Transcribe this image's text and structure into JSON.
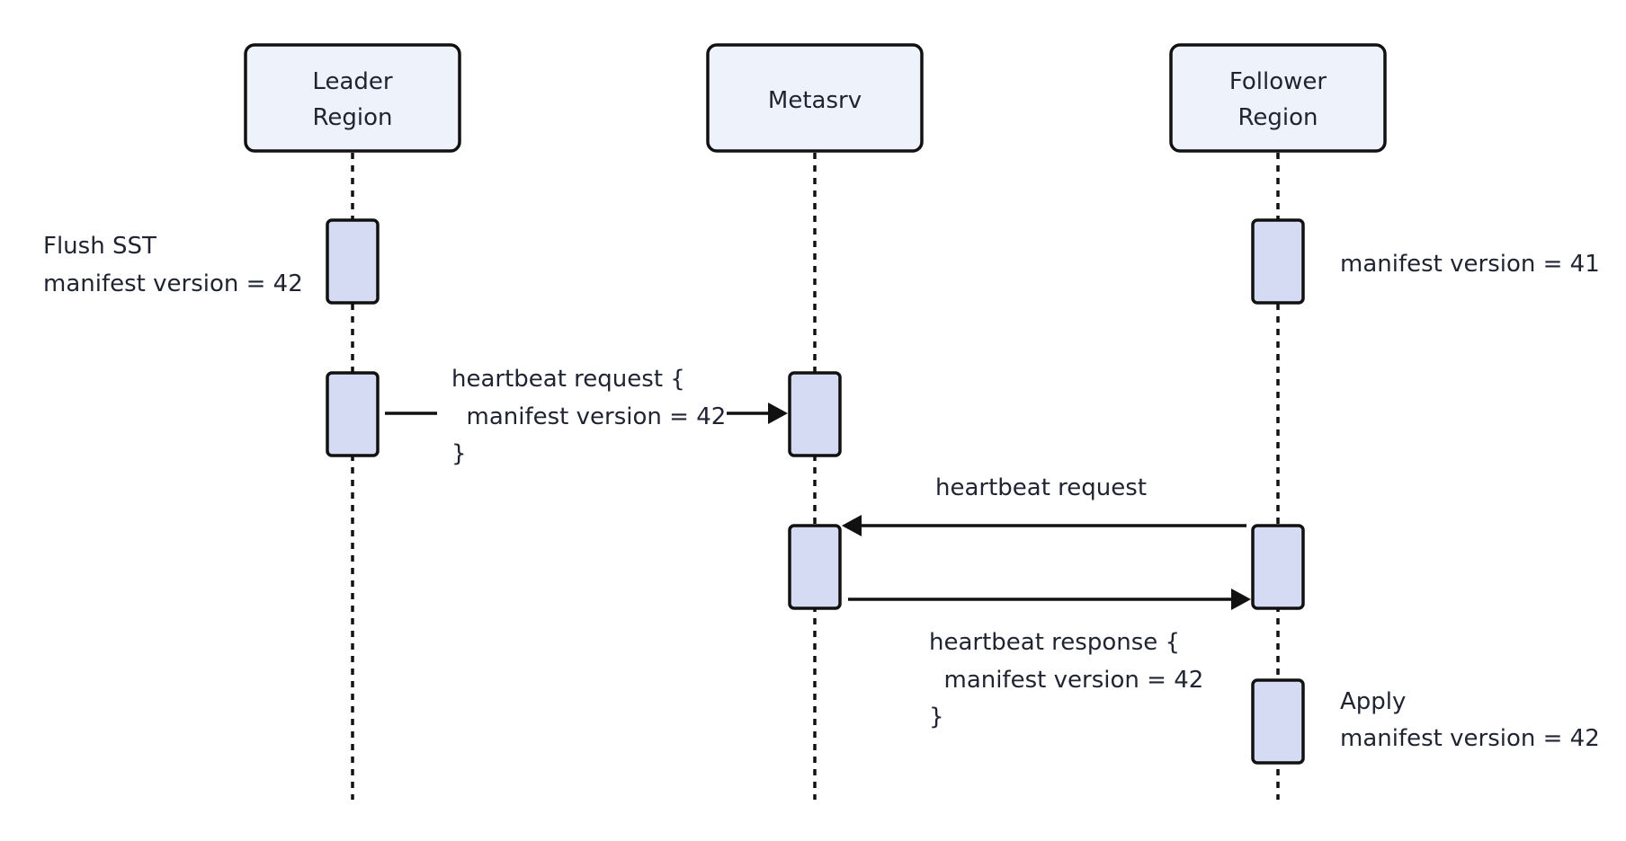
{
  "participants": [
    {
      "id": "leader",
      "lines": [
        "Leader",
        "Region"
      ]
    },
    {
      "id": "metasrv",
      "lines": [
        "Metasrv"
      ]
    },
    {
      "id": "follower",
      "lines": [
        "Follower",
        "Region"
      ]
    }
  ],
  "notes": {
    "leader_flush": [
      "Flush SST",
      "manifest version = 42"
    ],
    "follower_initial": [
      "manifest version = 41"
    ],
    "follower_apply": [
      "Apply",
      "manifest version = 42"
    ]
  },
  "messages": {
    "leader_heartbeat": [
      "heartbeat request {",
      "  manifest version = 42",
      "}"
    ],
    "follower_heartbeat": [
      "heartbeat request"
    ],
    "metasrv_response": [
      "heartbeat response {",
      "  manifest version = 42",
      "}"
    ]
  },
  "colors": {
    "participant_fill": "#eef2fb",
    "activation_fill": "#d5dbf3",
    "stroke": "#111111",
    "text": "#1f2430"
  }
}
